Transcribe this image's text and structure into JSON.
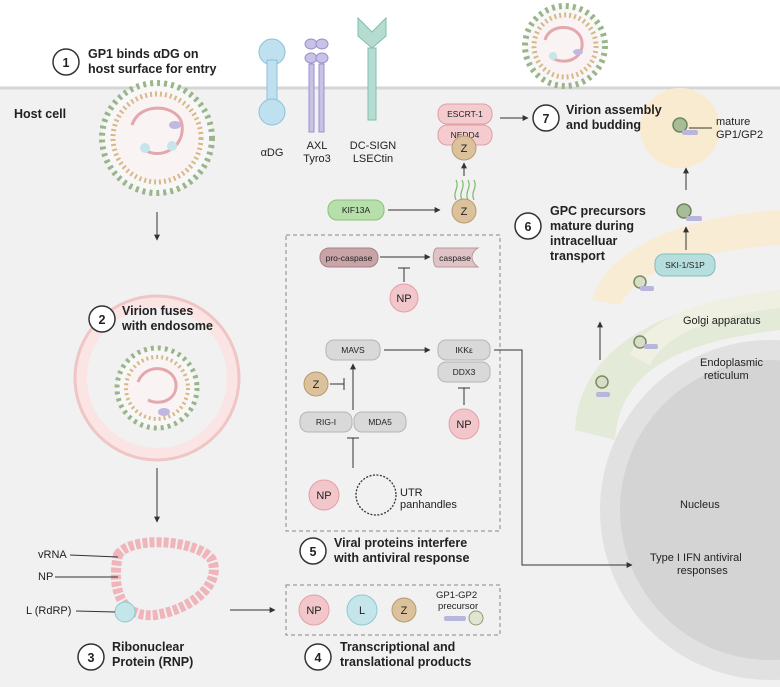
{
  "host_label": "Host cell",
  "steps": [
    {
      "num": "1",
      "lines": [
        "GP1 binds αDG on",
        "host surface for entry"
      ]
    },
    {
      "num": "2",
      "lines": [
        "Virion fuses",
        "with endosome"
      ]
    },
    {
      "num": "3",
      "lines": [
        "Ribonuclear",
        "Protein (RNP)"
      ]
    },
    {
      "num": "4",
      "lines": [
        "Transcriptional and",
        "translational products"
      ]
    },
    {
      "num": "5",
      "lines": [
        "Viral proteins interfere",
        "with antiviral response"
      ]
    },
    {
      "num": "6",
      "lines": [
        "GPC precursors",
        "mature during",
        "intracelluar",
        "transport"
      ]
    },
    {
      "num": "7",
      "lines": [
        "Virion assembly",
        "and budding"
      ]
    }
  ],
  "receptors": {
    "adg": "αDG",
    "axl": [
      "AXL",
      "Tyro3"
    ],
    "dcsign": [
      "DC-SIGN",
      "LSECtin"
    ]
  },
  "rnp": {
    "vrna": "vRNA",
    "np": "NP",
    "l": "L (RdRP)"
  },
  "products": {
    "np": "NP",
    "l": "L",
    "z": "Z",
    "gp": [
      "GP1-GP2",
      "precursor"
    ]
  },
  "interference": {
    "procaspase": "pro-caspase",
    "caspase": "caspase",
    "np": "NP",
    "mavs": "MAVS",
    "ikke": "IKKε",
    "ddx3": "DDX3",
    "z": "Z",
    "rigi": "RIG-I",
    "mda5": "MDA5",
    "utr": [
      "UTR",
      "panhandles"
    ]
  },
  "budding": {
    "kif13a": "KIF13A",
    "escrt": "ESCRT-1",
    "nedd4": "NEDD4",
    "z": "Z"
  },
  "organelles": {
    "ski": "SKI-1/S1P",
    "golgi": "Golgi apparatus",
    "er": [
      "Endoplasmic",
      "reticulum"
    ],
    "nucleus": "Nucleus",
    "mature": [
      "mature",
      "GP1/GP2"
    ],
    "ifn": [
      "Type I IFN antiviral",
      "responses"
    ]
  },
  "colors": {
    "cell": "#f1f1f1",
    "np": "#f2c7cc",
    "l": "#c4e6ea",
    "z": "#dcc29c",
    "kif": "#b7dfaa",
    "escrt": "#f4cccf",
    "gray_box": "#d9d9d9",
    "procaspase": "#c7a2a6",
    "ski": "#b5dede",
    "golgi": "#f9eed9",
    "er": "#e6ecdc",
    "nucleus": "#dcdcdc"
  }
}
